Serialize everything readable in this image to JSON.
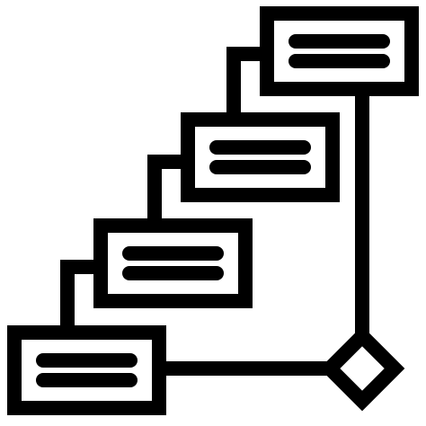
{
  "diagram": {
    "icon": "cascading-steps-diagram-icon",
    "colors": {
      "stroke": "#000000",
      "background": "#ffffff",
      "card_fill": "#ffffff"
    },
    "steps": [
      {
        "name": "step-box-1",
        "lines": 2
      },
      {
        "name": "step-box-2",
        "lines": 2
      },
      {
        "name": "step-box-3",
        "lines": 2
      },
      {
        "name": "step-box-4",
        "lines": 2
      }
    ],
    "end_marker": "diamond-icon"
  }
}
